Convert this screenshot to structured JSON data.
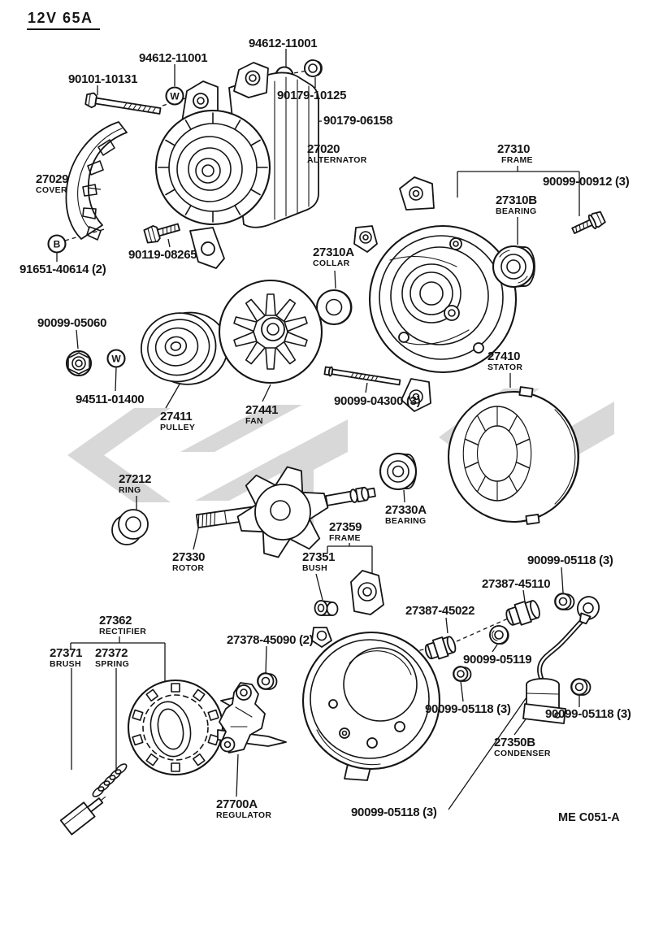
{
  "page": {
    "title": "12V 65A",
    "diagram_code": "ME C051-A",
    "markers": {
      "washer": "W",
      "bearing": "B"
    }
  },
  "labels": [
    {
      "part": "94612-11001"
    },
    {
      "part": "94612-11001"
    },
    {
      "part": "90101-10131"
    },
    {
      "part": "90179-10125"
    },
    {
      "part": "90179-06158"
    },
    {
      "part": "27020",
      "name": "ALTERNATOR"
    },
    {
      "part": "27310",
      "name": "FRAME"
    },
    {
      "part": "90099-00912 (3)"
    },
    {
      "part": "27310B",
      "name": "BEARING"
    },
    {
      "part": "27029",
      "name": "COVER"
    },
    {
      "part": "90119-08265"
    },
    {
      "part": "91651-40614 (2)"
    },
    {
      "part": "27310A",
      "name": "COLLAR"
    },
    {
      "part": "90099-05060"
    },
    {
      "part": "94511-01400"
    },
    {
      "part": "27411",
      "name": "PULLEY"
    },
    {
      "part": "27441",
      "name": "FAN"
    },
    {
      "part": "90099-04300 (3)"
    },
    {
      "part": "27410",
      "name": "STATOR"
    },
    {
      "part": "27212",
      "name": "RING"
    },
    {
      "part": "27330A",
      "name": "BEARING"
    },
    {
      "part": "27330",
      "name": "ROTOR"
    },
    {
      "part": "27359",
      "name": "FRAME"
    },
    {
      "part": "27351",
      "name": "BUSH"
    },
    {
      "part": "90099-05118 (3)"
    },
    {
      "part": "27387-45110"
    },
    {
      "part": "27387-45022"
    },
    {
      "part": "90099-05119"
    },
    {
      "part": "27362",
      "name": "RECTIFIER"
    },
    {
      "part": "27371",
      "name": "BRUSH"
    },
    {
      "part": "27372",
      "name": "SPRING"
    },
    {
      "part": "27378-45090 (2)"
    },
    {
      "part": "90099-05118 (3)"
    },
    {
      "part": "90099-05118 (3)"
    },
    {
      "part": "27350B",
      "name": "CONDENSER"
    },
    {
      "part": "27700A",
      "name": "REGULATOR"
    },
    {
      "part": "90099-05118 (3)"
    }
  ]
}
